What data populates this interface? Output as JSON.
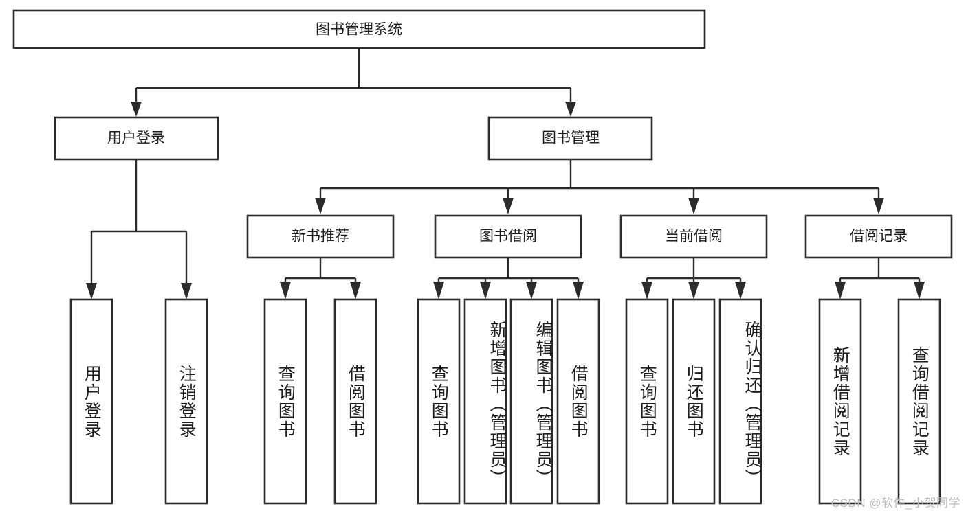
{
  "diagram": {
    "type": "tree-hierarchy",
    "title": "图书管理系统",
    "watermark": "CSDN @软件_小贺同学",
    "root": {
      "id": "root",
      "label": "图书管理系统",
      "orientation": "horizontal"
    },
    "level2": [
      {
        "id": "user-login",
        "label": "用户登录",
        "orientation": "horizontal"
      },
      {
        "id": "book-manage",
        "label": "图书管理",
        "orientation": "horizontal"
      }
    ],
    "level3": [
      {
        "id": "new-book-recommend",
        "label": "新书推荐",
        "parent": "book-manage",
        "orientation": "horizontal"
      },
      {
        "id": "book-borrow",
        "label": "图书借阅",
        "parent": "book-manage",
        "orientation": "horizontal"
      },
      {
        "id": "current-borrow",
        "label": "当前借阅",
        "parent": "book-manage",
        "orientation": "horizontal"
      },
      {
        "id": "borrow-record",
        "label": "借阅记录",
        "parent": "book-manage",
        "orientation": "horizontal"
      }
    ],
    "leaves": [
      {
        "id": "leaf-user-login",
        "label": "用户登录",
        "parent": "user-login",
        "orientation": "vertical"
      },
      {
        "id": "leaf-user-logout",
        "label": "注销登录",
        "parent": "user-login",
        "orientation": "vertical"
      },
      {
        "id": "leaf-query-book-1",
        "label": "查询图书",
        "parent": "new-book-recommend",
        "orientation": "vertical"
      },
      {
        "id": "leaf-borrow-book-1",
        "label": "借阅图书",
        "parent": "new-book-recommend",
        "orientation": "vertical"
      },
      {
        "id": "leaf-query-book-2",
        "label": "查询图书",
        "parent": "book-borrow",
        "orientation": "vertical"
      },
      {
        "id": "leaf-add-book",
        "label": "新增图书（管理员）",
        "parent": "book-borrow",
        "orientation": "vertical"
      },
      {
        "id": "leaf-edit-book",
        "label": "编辑图书（管理员）",
        "parent": "book-borrow",
        "orientation": "vertical"
      },
      {
        "id": "leaf-borrow-book-2",
        "label": "借阅图书",
        "parent": "book-borrow",
        "orientation": "vertical"
      },
      {
        "id": "leaf-query-book-3",
        "label": "查询图书",
        "parent": "current-borrow",
        "orientation": "vertical"
      },
      {
        "id": "leaf-return-book",
        "label": "归还图书",
        "parent": "current-borrow",
        "orientation": "vertical"
      },
      {
        "id": "leaf-confirm-return",
        "label": "确认归还（管理员）",
        "parent": "current-borrow",
        "orientation": "vertical"
      },
      {
        "id": "leaf-add-record",
        "label": "新增借阅记录",
        "parent": "borrow-record",
        "orientation": "vertical"
      },
      {
        "id": "leaf-query-record",
        "label": "查询借阅记录",
        "parent": "borrow-record",
        "orientation": "vertical"
      }
    ],
    "colors": {
      "box_stroke": "#2b2b2b",
      "box_fill": "#ffffff",
      "connector": "#2b2b2b",
      "text": "#1d1d1d",
      "watermark": "#b9b9b9",
      "background": "#ffffff"
    }
  }
}
